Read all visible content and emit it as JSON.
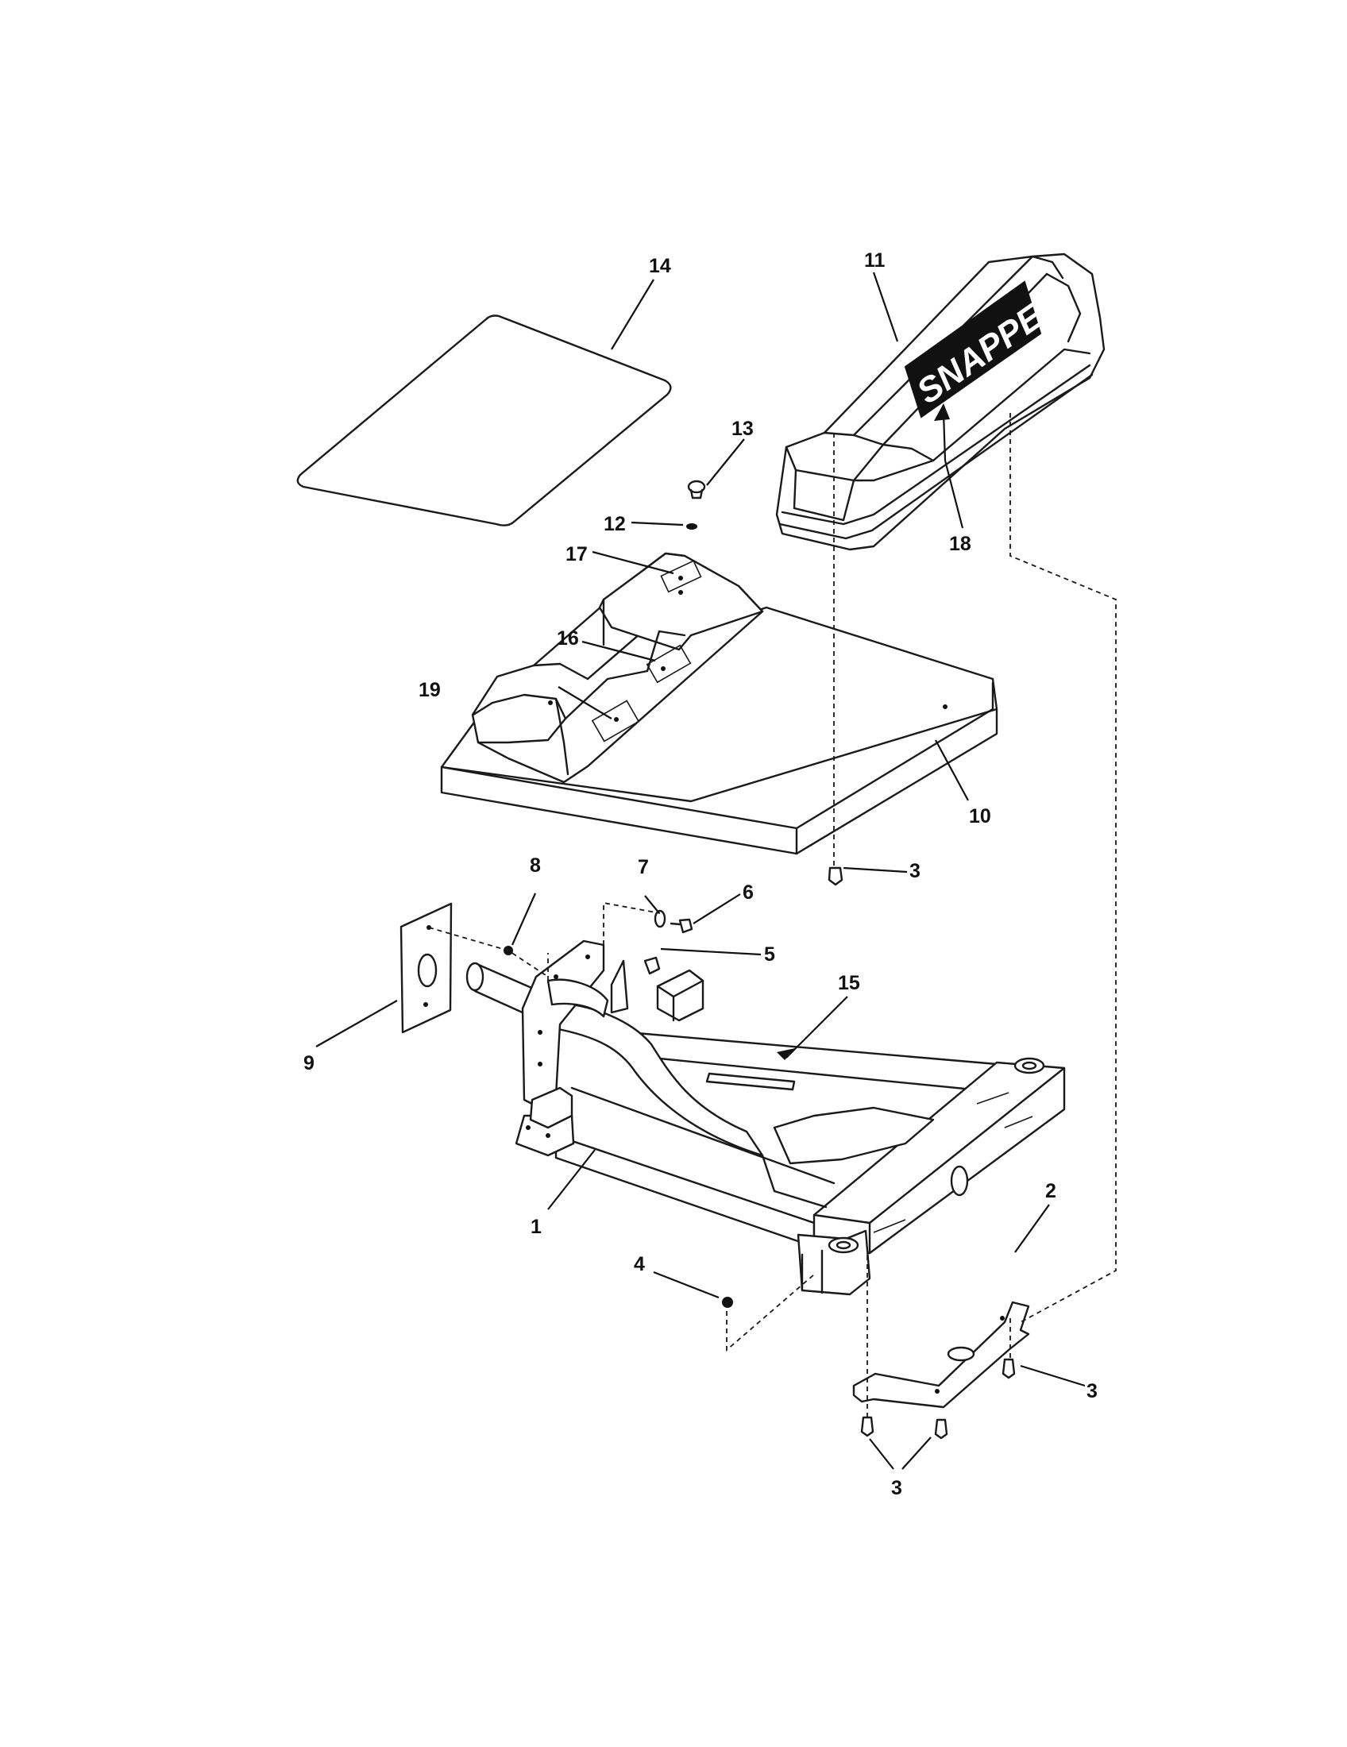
{
  "logo": {
    "text": "SNAPPER"
  },
  "callouts": {
    "c1": "1",
    "c2": "2",
    "c3a": "3",
    "c3b": "3",
    "c3c": "3",
    "c4": "4",
    "c5": "5",
    "c6": "6",
    "c7": "7",
    "c8": "8",
    "c9": "9",
    "c10": "10",
    "c11": "11",
    "c12": "12",
    "c13": "13",
    "c14": "14",
    "c15": "15",
    "c16": "16",
    "c17": "17",
    "c18": "18",
    "c19": "19"
  }
}
